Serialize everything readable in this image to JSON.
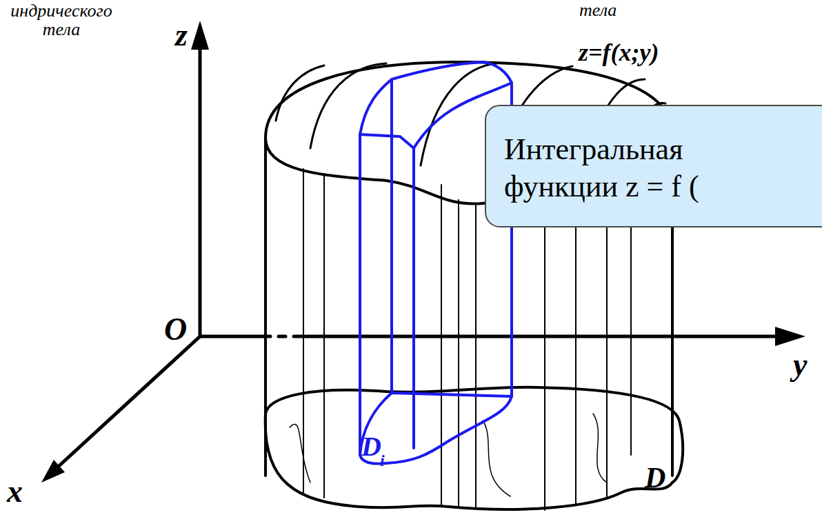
{
  "diagram": {
    "nodes": [
      {
        "text": [
          "Интегральная функции z = f ("
        ]
      }
    ],
    "labels": [
      "индрического тела",
      "тела",
      "z",
      "z=f(x;y)",
      "O",
      "y",
      "D",
      "i",
      "D",
      "x"
    ]
  }
}
